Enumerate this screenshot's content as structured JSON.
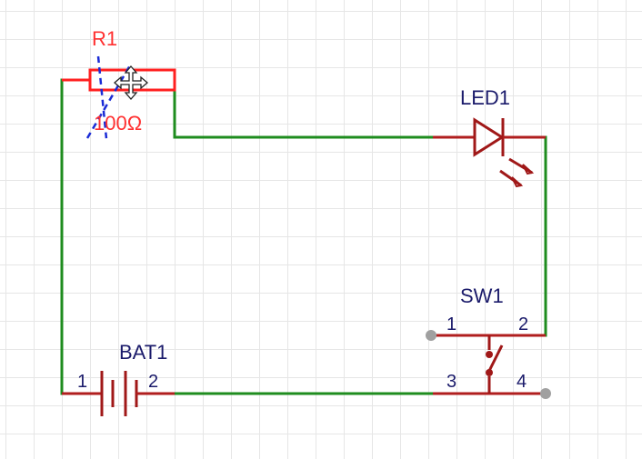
{
  "components": {
    "resistor": {
      "ref": "R1",
      "value": "100Ω"
    },
    "led": {
      "ref": "LED1"
    },
    "switch": {
      "ref": "SW1",
      "pins": [
        "1",
        "2",
        "3",
        "4"
      ]
    },
    "battery": {
      "ref": "BAT1",
      "pins": [
        "1",
        "2"
      ]
    }
  },
  "colors": {
    "wire": "#1e8c1e",
    "component": "#a01818",
    "selected": "#ff2020",
    "label": "#1b1b6b",
    "selection_guide": "#1a2bd6"
  },
  "icons": {
    "cursor": "move-cursor-icon"
  }
}
